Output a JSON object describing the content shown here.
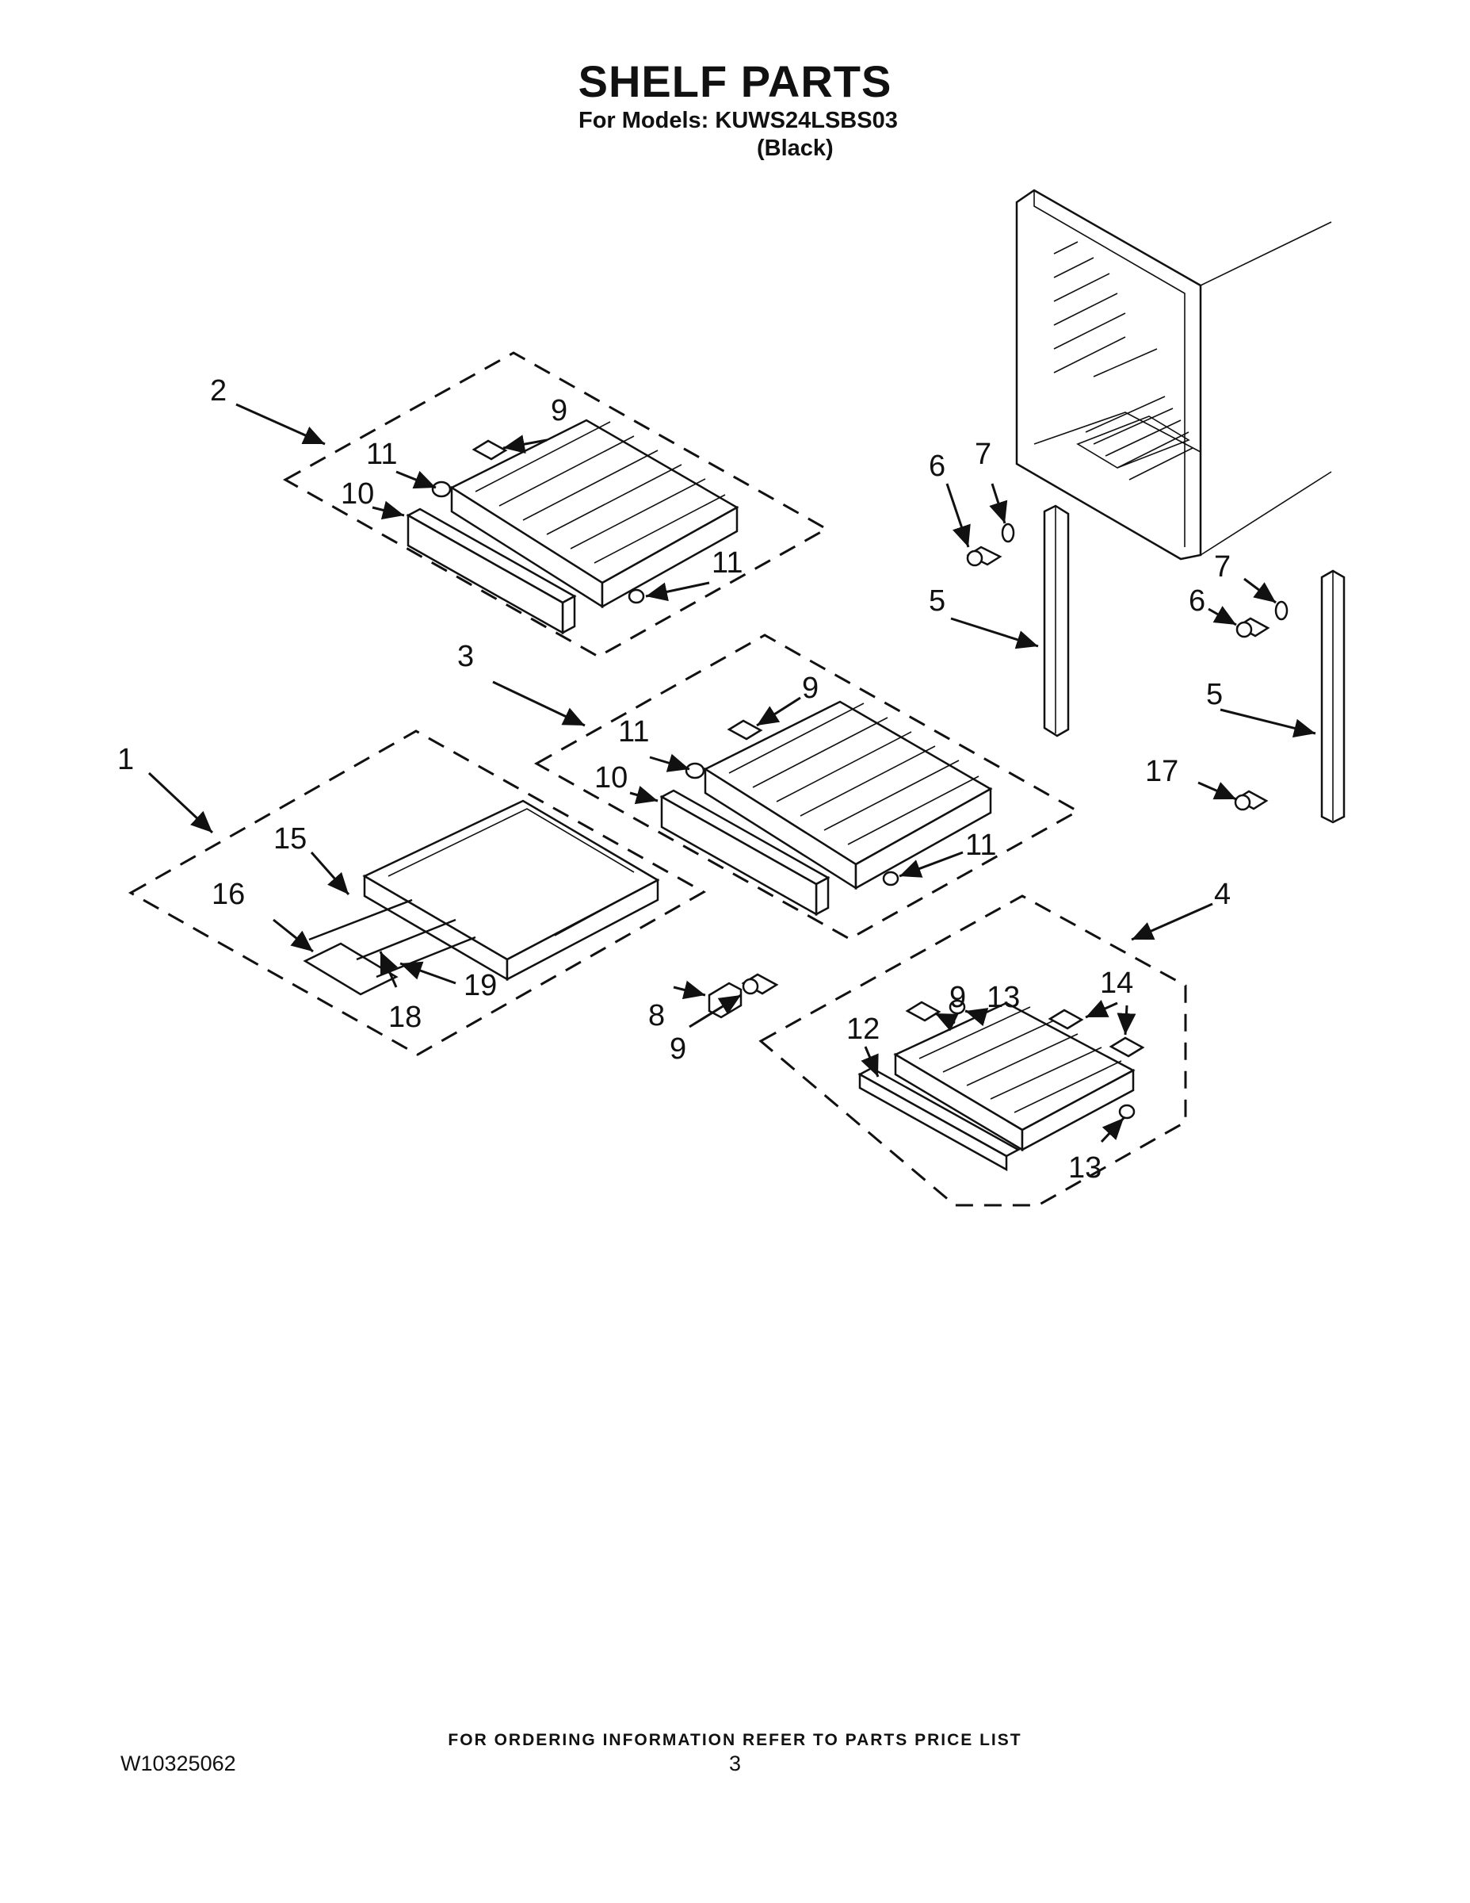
{
  "header": {
    "title": "SHELF PARTS",
    "subtitle": "For Models: KUWS24LSBS03",
    "color_note": "(Black)"
  },
  "diagram": {
    "callouts": [
      {
        "id": "c1",
        "label": "1"
      },
      {
        "id": "c2",
        "label": "2"
      },
      {
        "id": "c3",
        "label": "3"
      },
      {
        "id": "c4",
        "label": "4"
      },
      {
        "id": "c5a",
        "label": "5"
      },
      {
        "id": "c5b",
        "label": "5"
      },
      {
        "id": "c6a",
        "label": "6"
      },
      {
        "id": "c6b",
        "label": "6"
      },
      {
        "id": "c7a",
        "label": "7"
      },
      {
        "id": "c7b",
        "label": "7"
      },
      {
        "id": "c8",
        "label": "8"
      },
      {
        "id": "c9a",
        "label": "9"
      },
      {
        "id": "c9b",
        "label": "9"
      },
      {
        "id": "c9c",
        "label": "9"
      },
      {
        "id": "c9d",
        "label": "9"
      },
      {
        "id": "c10a",
        "label": "10"
      },
      {
        "id": "c10b",
        "label": "10"
      },
      {
        "id": "c11a",
        "label": "11"
      },
      {
        "id": "c11b",
        "label": "11"
      },
      {
        "id": "c11c",
        "label": "11"
      },
      {
        "id": "c11d",
        "label": "11"
      },
      {
        "id": "c12",
        "label": "12"
      },
      {
        "id": "c13a",
        "label": "13"
      },
      {
        "id": "c13b",
        "label": "13"
      },
      {
        "id": "c14",
        "label": "14"
      },
      {
        "id": "c15",
        "label": "15"
      },
      {
        "id": "c16",
        "label": "16"
      },
      {
        "id": "c17",
        "label": "17"
      },
      {
        "id": "c18",
        "label": "18"
      },
      {
        "id": "c19",
        "label": "19"
      }
    ]
  },
  "footer": {
    "ordering_note": "FOR ORDERING INFORMATION REFER TO PARTS PRICE LIST",
    "document_number": "W10325062",
    "page_number": "3"
  }
}
